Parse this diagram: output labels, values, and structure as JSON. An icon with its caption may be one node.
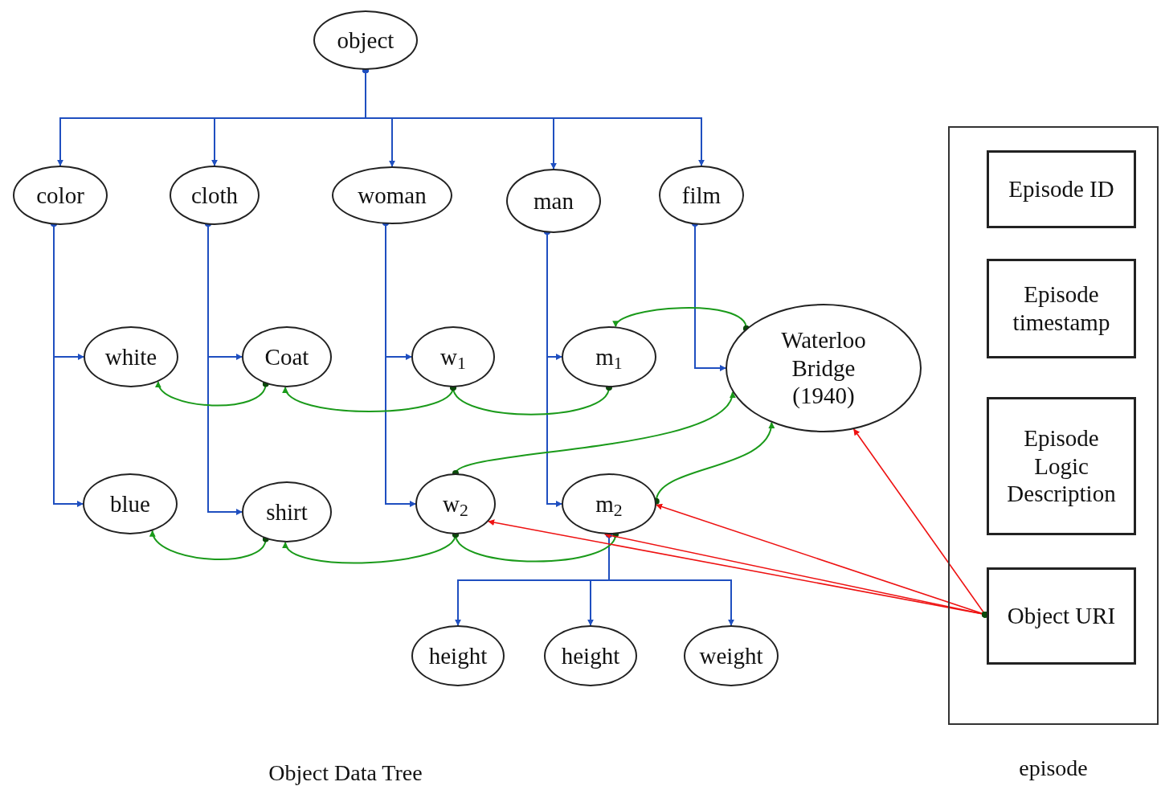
{
  "diagram": {
    "nodes": [
      {
        "text": [
          "object"
        ]
      },
      {
        "text": [
          "color"
        ]
      },
      {
        "text": [
          "cloth"
        ]
      },
      {
        "text": [
          "woman"
        ]
      },
      {
        "text": [
          "man"
        ]
      },
      {
        "text": [
          "film"
        ]
      },
      {
        "text": [
          "white"
        ]
      },
      {
        "text": [
          "Coat"
        ]
      },
      {
        "text": [
          "w$_{1}$"
        ]
      },
      {
        "text": [
          "m$_{1}$"
        ]
      },
      {
        "text": [
          "Waterloo Bridge (1940)"
        ]
      },
      {
        "text": [
          "blue"
        ]
      },
      {
        "text": [
          "shirt"
        ]
      },
      {
        "text": [
          "w$_{2}$"
        ]
      },
      {
        "text": [
          "m$_{2}$"
        ]
      },
      {
        "text": [
          "height"
        ]
      },
      {
        "text": [
          "height"
        ]
      },
      {
        "text": [
          "weight"
        ]
      },
      {
        "text": [
          "episode"
        ]
      },
      {
        "text": [
          "Episode ID"
        ],
        "in": 18
      },
      {
        "text": [
          "Episode timestamp"
        ],
        "in": 18
      },
      {
        "text": [
          "Episode Logic Description"
        ],
        "in": 18
      },
      {
        "text": [
          "Object URI"
        ],
        "in": 18
      }
    ],
    "edges": [
      {
        "from": 0,
        "to": 1,
        "arrow": "to"
      },
      {
        "from": 0,
        "to": 2,
        "arrow": "to"
      },
      {
        "from": 0,
        "to": 3,
        "arrow": "to"
      },
      {
        "from": 0,
        "to": 4,
        "arrow": "to"
      },
      {
        "from": 0,
        "to": 5,
        "arrow": "to"
      },
      {
        "from": 1,
        "to": 6,
        "arrow": "to"
      },
      {
        "from": 1,
        "to": 11,
        "arrow": "to"
      },
      {
        "from": 2,
        "to": 7,
        "arrow": "to"
      },
      {
        "from": 2,
        "to": 12,
        "arrow": "to"
      },
      {
        "from": 3,
        "to": 8,
        "arrow": "to"
      },
      {
        "from": 3,
        "to": 13,
        "arrow": "to"
      },
      {
        "from": 4,
        "to": 9,
        "arrow": "to"
      },
      {
        "from": 4,
        "to": 14,
        "arrow": "to"
      },
      {
        "from": 5,
        "to": 10,
        "arrow": "to"
      },
      {
        "from": 14,
        "to": 15,
        "arrow": "to"
      },
      {
        "from": 14,
        "to": 16,
        "arrow": "to"
      },
      {
        "from": 14,
        "to": 17,
        "arrow": "to"
      },
      {
        "from": 7,
        "to": 6,
        "arrow": "to",
        "color": "#1a9a1a"
      },
      {
        "from": 8,
        "to": 7,
        "arrow": "to",
        "color": "#1a9a1a"
      },
      {
        "from": 8,
        "to": 9,
        "arrow": "other",
        "color": "#1a9a1a"
      },
      {
        "from": 10,
        "to": 9,
        "arrow": "to",
        "color": "#1a9a1a"
      },
      {
        "from": 13,
        "to": 10,
        "arrow": "to",
        "color": "#1a9a1a"
      },
      {
        "from": 14,
        "to": 10,
        "arrow": "to",
        "color": "#1a9a1a"
      },
      {
        "from": 12,
        "to": 11,
        "arrow": "to",
        "color": "#1a9a1a"
      },
      {
        "from": 13,
        "to": 12,
        "arrow": "to",
        "color": "#1a9a1a"
      },
      {
        "from": 13,
        "to": 14,
        "arrow": "other",
        "color": "#1a9a1a"
      },
      {
        "from": 22,
        "to": 13,
        "arrow": "to",
        "color": "#ee1111"
      },
      {
        "from": 22,
        "to": 14,
        "arrow": "to",
        "color": "#ee1111"
      },
      {
        "from": 22,
        "to": 14,
        "arrow": "to",
        "color": "#ee1111"
      },
      {
        "from": 22,
        "to": 10,
        "arrow": "to",
        "color": "#ee1111"
      }
    ],
    "labels": [
      "Object Data Tree"
    ]
  }
}
